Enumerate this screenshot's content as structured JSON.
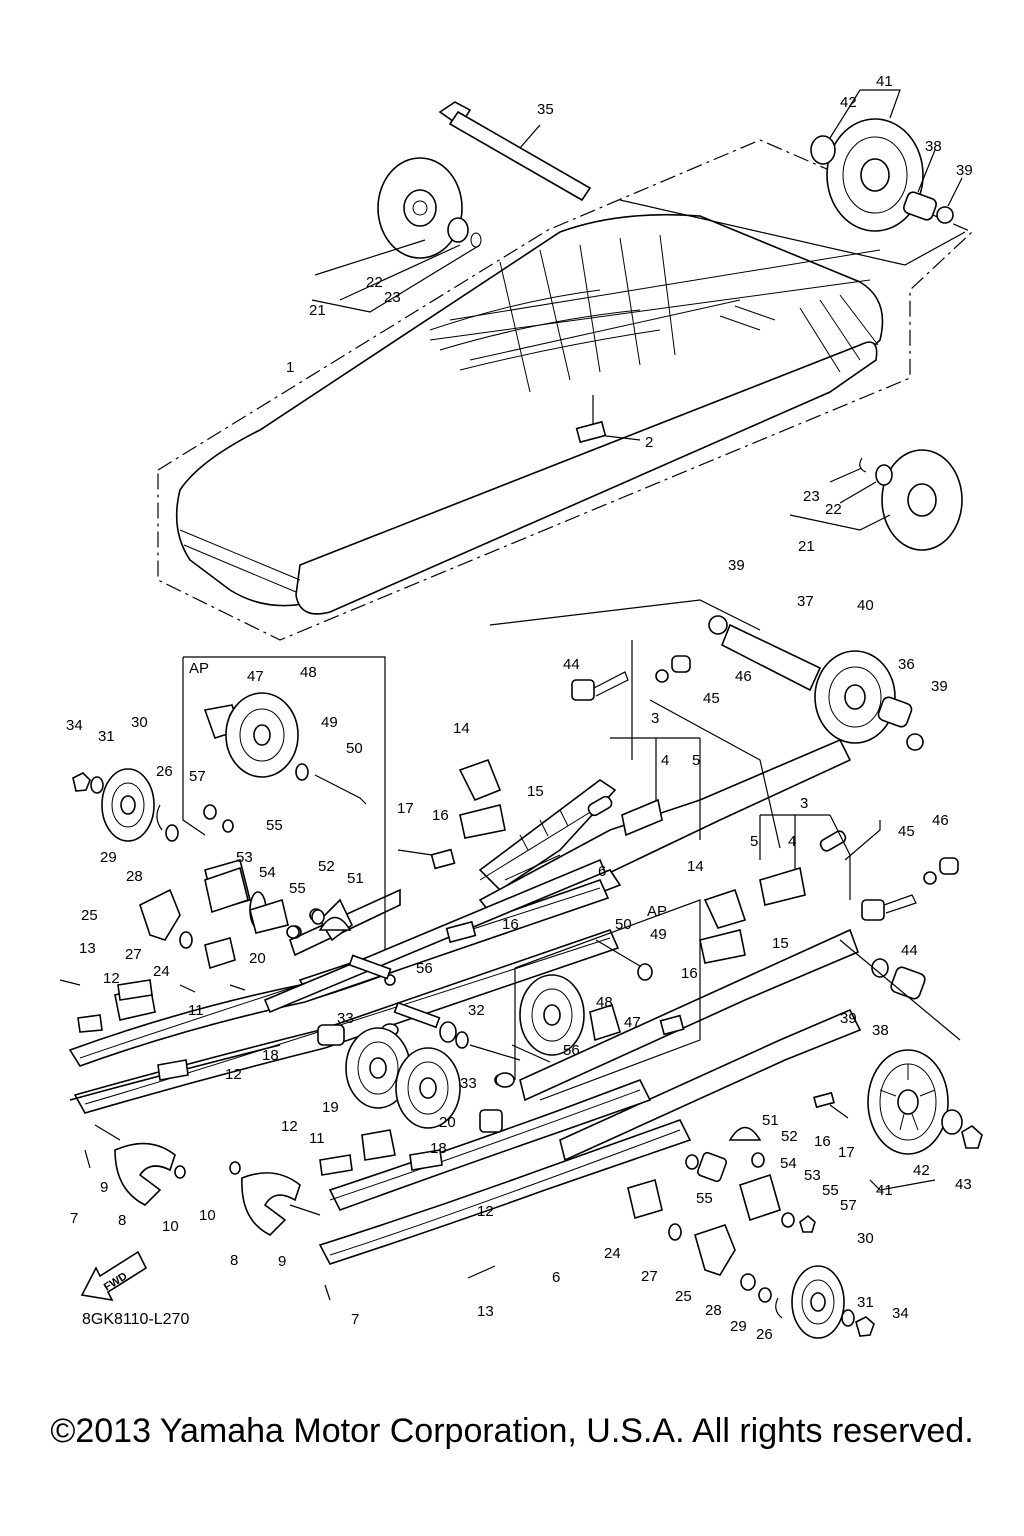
{
  "labels": {
    "l1": "1",
    "l2": "2",
    "l35": "35",
    "l41": "41",
    "l42": "42",
    "l38a": "38",
    "l39a": "39",
    "l21a": "21",
    "l22a": "22",
    "l23a": "23",
    "l23b": "23",
    "l22b": "22",
    "l21b": "21",
    "l39b": "39",
    "l37": "37",
    "l40": "40",
    "l44a": "44",
    "l46a": "46",
    "l45a": "45",
    "l36": "36",
    "l39c": "39",
    "ap1": "AP",
    "l47a": "47",
    "l48a": "48",
    "l49a": "49",
    "l50a": "50",
    "l57a": "57",
    "l55a": "55",
    "l53a": "53",
    "l54a": "54",
    "l55b": "55",
    "l52a": "52",
    "l51a": "51",
    "l56a": "56",
    "l34a": "34",
    "l31a": "31",
    "l30a": "30",
    "l26a": "26",
    "l29a": "29",
    "l28a": "28",
    "l25a": "25",
    "l27a": "27",
    "l24a": "24",
    "l13a": "13",
    "l12a": "12",
    "l11a": "11",
    "l12b": "12",
    "l20a": "20",
    "l18a": "18",
    "l33a": "33",
    "l32": "32",
    "l19": "19",
    "l14a": "14",
    "l15a": "15",
    "l17a": "17",
    "l16a": "16",
    "l16b": "16",
    "l3a": "3",
    "l4a": "4",
    "l5a": "5",
    "l6a": "6",
    "l3b": "3",
    "l5b": "5",
    "l4b": "4",
    "l45b": "45",
    "l46b": "46",
    "l14b": "14",
    "l15b": "15",
    "l44b": "44",
    "l39d": "39",
    "l38b": "38",
    "l16c": "16",
    "ap2": "AP",
    "l50b": "50",
    "l49b": "49",
    "l48b": "48",
    "l47b": "47",
    "l56b": "56",
    "l33b": "33",
    "l20b": "20",
    "l18b": "18",
    "l11b": "11",
    "l12c": "12",
    "l12d": "12",
    "l51b": "51",
    "l52b": "52",
    "l54b": "54",
    "l53b": "53",
    "l55c": "55",
    "l55d": "55",
    "l57b": "57",
    "l16d": "16",
    "l17b": "17",
    "l41b": "41",
    "l42b": "42",
    "l43": "43",
    "l9a": "9",
    "l7a": "7",
    "l8a": "8",
    "l10a": "10",
    "l10b": "10",
    "l8b": "8",
    "l9b": "9",
    "l7b": "7",
    "l13b": "13",
    "l6b": "6",
    "l24b": "24",
    "l27b": "27",
    "l25b": "25",
    "l28b": "28",
    "l29b": "29",
    "l26b": "26",
    "l30b": "30",
    "l31b": "31",
    "l34b": "34"
  },
  "fwd_label": "FWD",
  "diagram_code": "8GK8110-L270",
  "copyright": "©2013 Yamaha Motor Corporation, U.S.A. All rights reserved."
}
